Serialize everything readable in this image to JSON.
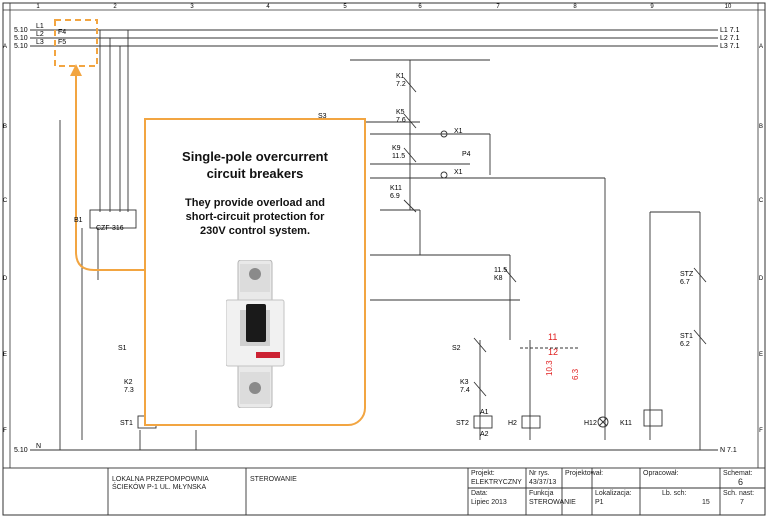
{
  "grid": {
    "columns": [
      "1",
      "2",
      "3",
      "4",
      "5",
      "6",
      "7",
      "8",
      "9",
      "10"
    ],
    "rows": [
      "A",
      "B",
      "C",
      "D",
      "E",
      "F"
    ]
  },
  "rails": {
    "left_refs": [
      "5.10",
      "5.10",
      "5.10",
      "5.10"
    ],
    "left_names": [
      "L1",
      "L2",
      "L3",
      "N"
    ],
    "right_refs": [
      "L1 7.1",
      "L2 7.1",
      "L3 7.1",
      "N 7.1"
    ],
    "fuse_labels": [
      "F4",
      "F5"
    ]
  },
  "devices": {
    "B1": "B1",
    "czf": "CZF-316",
    "s3": "S3",
    "k1": "K1\n7.2",
    "k5": "K5\n7.6",
    "k9": "K9\n11.5",
    "k11a": "K11\n6.9",
    "x1a": "X1",
    "x1b": "X1",
    "p4": "P4",
    "k8": "11.5\nK8",
    "s2": "S2",
    "k3": "K3\n7.4",
    "s1": "S1",
    "k2": "K2\n7.3",
    "st1": "ST1",
    "st2": "ST2",
    "h2": "H2",
    "h12": "H12",
    "k11b": "K11",
    "stz": "STZ\n6.7",
    "st1b": "ST1\n6.2",
    "a1": "A1",
    "a2": "A2"
  },
  "red_labels": [
    "11",
    "12",
    "10.3",
    "6.3"
  ],
  "callout": {
    "title": "Single-pole overcurrent\ncircuit breakers",
    "body": "They provide overload and\nshort-circuit protection for\n230V control system."
  },
  "colors": {
    "line": "#333333",
    "accent": "#f2a541",
    "red": "#e02020"
  },
  "title_block": {
    "company": "LOKALNA PRZEPOMPOWNIA\nŚCIEKÓW  P-1  UL. MŁYNSKA",
    "drawing": "STEROWANIE",
    "projekt_label": "Projekt:",
    "projekt_value": "ELEKTRYCZNY",
    "nr_rys_label": "Nr rys.",
    "nr_rys_value": "43/37/13",
    "projektowal": "Projektował:",
    "opracowal": "Opracował:",
    "schemat_label": "Schemat:",
    "schemat_value": "6",
    "data_label": "Data:",
    "data_value": "Lipiec 2013",
    "funkcja_label": "Funkcja",
    "funkcja_value": "STEROWANIE",
    "lokalizacja_label": "Lokalizacja:",
    "lokalizacja_value": "P1",
    "lb_sch_label": "Lb. sch:",
    "lb_sch_value": "15",
    "sch_nast_label": "Sch. nast:",
    "sch_nast_value": "7"
  }
}
